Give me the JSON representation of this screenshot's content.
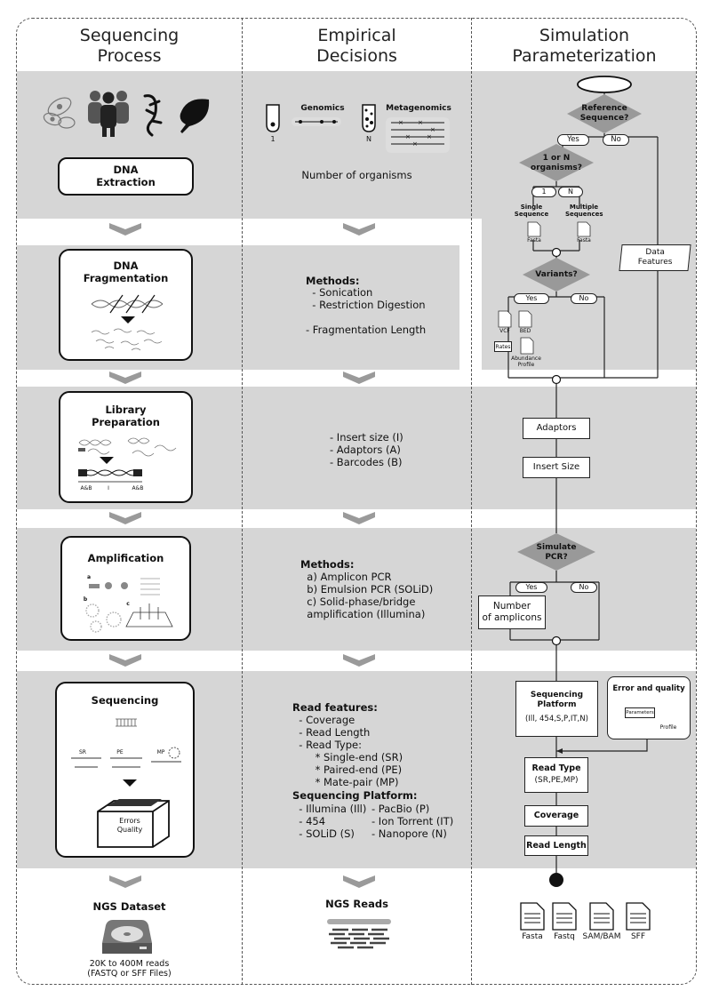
{
  "columns": {
    "process": "Sequencing\nProcess",
    "decisions": "Empirical\nDecisions",
    "simulation": "Simulation\nParameterization"
  },
  "process": {
    "dna_extraction": "DNA\nExtraction",
    "dna_fragmentation": "DNA\nFragmentation",
    "library_preparation": "Library\nPreparation",
    "library_labels": [
      "A&B",
      "I",
      "A&B"
    ],
    "amplification": "Amplification",
    "amp_labels": [
      "a",
      "b",
      "c"
    ],
    "sequencing": "Sequencing",
    "seq_labels": [
      "SR",
      "PE",
      "MP"
    ],
    "errors_quality": "Errors\nQuality",
    "ngs_dataset": "NGS Dataset",
    "dataset_caption": "20K to 400M reads\n(FASTQ or SFF Files)"
  },
  "decisions": {
    "genomics": "Genomics",
    "metagenomics": "Metagenomics",
    "tube_1": "1",
    "tube_n": "N",
    "number_of_organisms": "Number of organisms",
    "frag_methods_title": "Methods:",
    "frag_methods": "  - Sonication\n  - Restriction Digestion\n\n- Fragmentation Length",
    "library_params": "- Insert size (I)\n- Adaptors (A)\n- Barcodes (B)",
    "amp_methods_title": "Methods:",
    "amp_methods": "  a) Amplicon PCR\n  b) Emulsion PCR (SOLiD)\n  c) Solid-phase/bridge\n  amplification (Illumina)",
    "read_features_title": "Read features:",
    "read_features": "  - Coverage\n  - Read Length\n  - Read Type:\n       * Single-end (SR)\n       * Paired-end (PE)\n       * Mate-pair (MP)",
    "platform_title": "Sequencing Platform:",
    "platforms_left": "  - Illumina (Ill)\n  - 454\n  - SOLiD (S)",
    "platforms_right": "- PacBio (P)\n- Ion Torrent (IT)\n- Nanopore (N)",
    "ngs_reads": "NGS Reads"
  },
  "simulation": {
    "reference_sequence": "Reference\nSequence?",
    "yes": "Yes",
    "no": "No",
    "organisms": "1 or N\norganisms?",
    "opt_1": "1",
    "opt_n": "N",
    "single_sequence": "Single\nSequence",
    "multiple_sequences": "Multiple\nSequences",
    "fasta_small": "Fasta",
    "data_features": "Data\nFeatures",
    "variants": "Variants?",
    "vcf": "VCF",
    "bed": "BED",
    "rates": "Rates",
    "abundance_profile": "Abundance\nProfile",
    "adaptors": "Adaptors",
    "insert_size": "Insert Size",
    "simulate_pcr": "Simulate\nPCR?",
    "number_of_amplicons": "Number\nof amplicons",
    "sequencing_platform": "Sequencing\nPlatform",
    "platform_codes": "(Ill, 454,S,P,IT,N)",
    "error_and_quality": "Error and quality",
    "parameters": "Parameters",
    "profile": "Profile",
    "read_type": "Read Type",
    "read_type_codes": "(SR,PE,MP)",
    "coverage": "Coverage",
    "read_length": "Read Length",
    "outputs": [
      "Fasta",
      "Fastq",
      "SAM/BAM",
      "SFF"
    ]
  }
}
